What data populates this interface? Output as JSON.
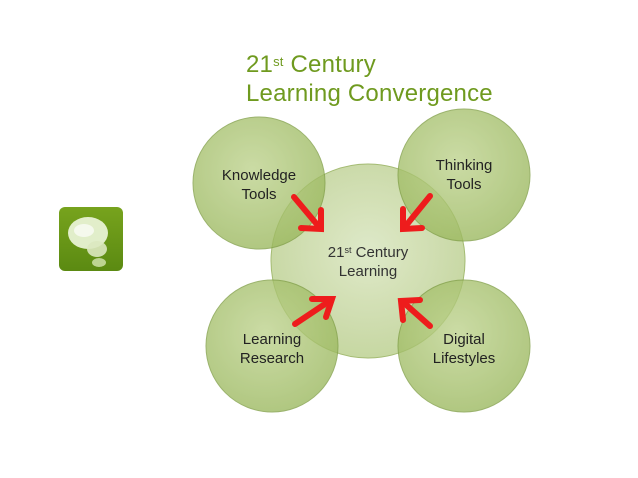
{
  "title": {
    "line1_prefix": "21",
    "line1_sup": "st",
    "line1_suffix": " Century",
    "line2": "Learning Convergence"
  },
  "circles": {
    "knowledge_tools": {
      "line1": "Knowledge",
      "line2": "Tools"
    },
    "thinking_tools": {
      "line1": "Thinking",
      "line2": "Tools"
    },
    "learning_research": {
      "line1": "Learning",
      "line2": "Research"
    },
    "digital_lifestyles": {
      "line1": "Digital",
      "line2": "Lifestyles"
    },
    "center": {
      "prefix": "21",
      "sup": "st",
      "suffix": " Century",
      "line2": "Learning"
    }
  },
  "colors": {
    "title": "#6f9a1f",
    "circle_fill": "#a4c06a",
    "circle_stroke": "#7f9e45",
    "center_fill": "#cddbad",
    "arrow": "#ee1c1c",
    "logo": "#6a9a18"
  },
  "icons": {
    "logo": "speech-bubble-icon"
  }
}
